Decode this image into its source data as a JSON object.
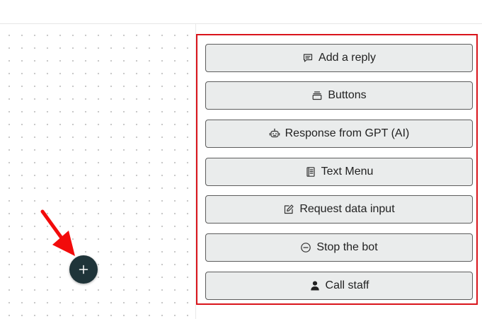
{
  "canvas": {
    "add_button_glyph": "+"
  },
  "menu": {
    "items": [
      {
        "label": "Add a reply",
        "icon": "chat-square-text-icon"
      },
      {
        "label": "Buttons",
        "icon": "buttons-stack-icon"
      },
      {
        "label": "Response from GPT (AI)",
        "icon": "robot-icon"
      },
      {
        "label": "Text Menu",
        "icon": "text-menu-icon"
      },
      {
        "label": "Request data input",
        "icon": "pencil-square-icon"
      },
      {
        "label": "Stop the bot",
        "icon": "dash-circle-icon"
      },
      {
        "label": "Call staff",
        "icon": "person-icon"
      }
    ]
  },
  "colors": {
    "highlight_border": "#d9141b",
    "annotation_arrow": "#f20b0b",
    "fab_background": "#1f3439",
    "button_background": "#eaecec",
    "button_border": "#5c5c5c"
  }
}
